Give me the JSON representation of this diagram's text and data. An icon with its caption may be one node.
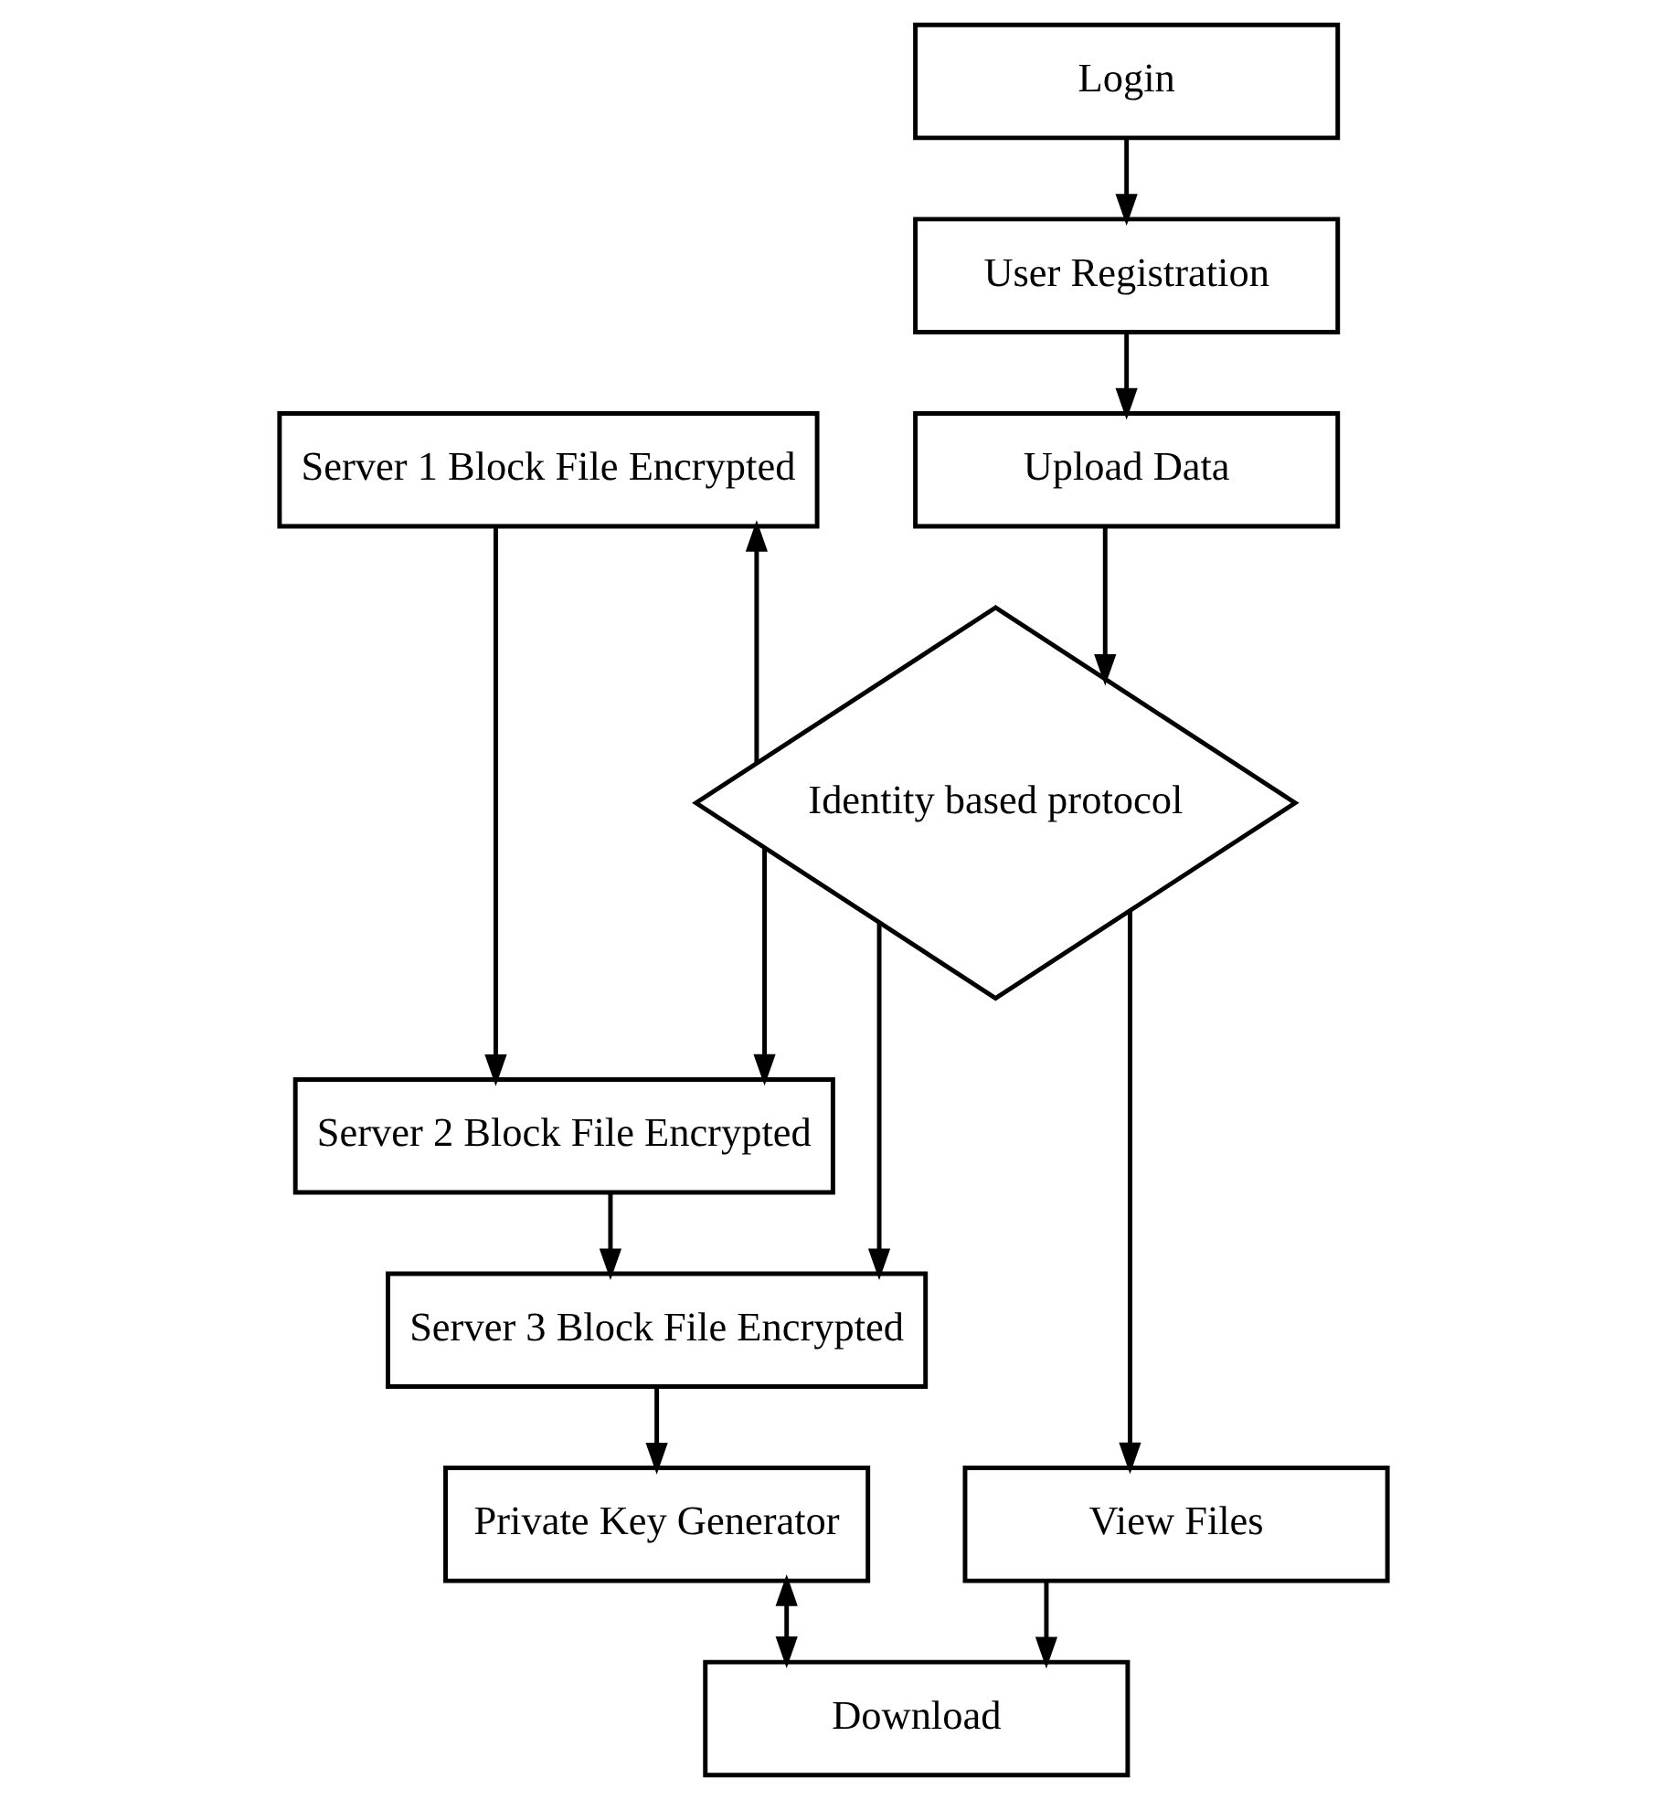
{
  "diagram": {
    "nodes": [
      {
        "text": [
          "Login"
        ]
      },
      {
        "text": [
          "User Registration"
        ]
      },
      {
        "text": [
          "Upload Data"
        ]
      },
      {
        "text": [
          "Identity based protocol"
        ]
      },
      {
        "text": [
          "Server 1 Block File Encrypted"
        ]
      },
      {
        "text": [
          "Server 2 Block File Encrypted"
        ]
      },
      {
        "text": [
          "Server 3 Block File Encrypted"
        ]
      },
      {
        "text": [
          "View Files"
        ]
      },
      {
        "text": [
          "Private Key Generator"
        ]
      },
      {
        "text": [
          "Download"
        ]
      }
    ],
    "edges": [
      {
        "from": 0,
        "to": 1,
        "arrow": "to"
      },
      {
        "from": 1,
        "to": 2,
        "arrow": "to"
      },
      {
        "from": 2,
        "to": 3,
        "arrow": "to"
      },
      {
        "from": 3,
        "to": 4,
        "arrow": "to"
      },
      {
        "from": 3,
        "to": 5,
        "arrow": "to"
      },
      {
        "from": 3,
        "to": 6,
        "arrow": "to"
      },
      {
        "from": 4,
        "to": 5,
        "arrow": "to"
      },
      {
        "from": 5,
        "to": 6,
        "arrow": "to"
      },
      {
        "from": 6,
        "to": 8,
        "arrow": "to"
      },
      {
        "from": 3,
        "to": 7,
        "arrow": "to"
      },
      {
        "from": 7,
        "to": 9,
        "arrow": "to"
      },
      {
        "from": 9,
        "to": 8,
        "arrow": "both"
      }
    ]
  }
}
